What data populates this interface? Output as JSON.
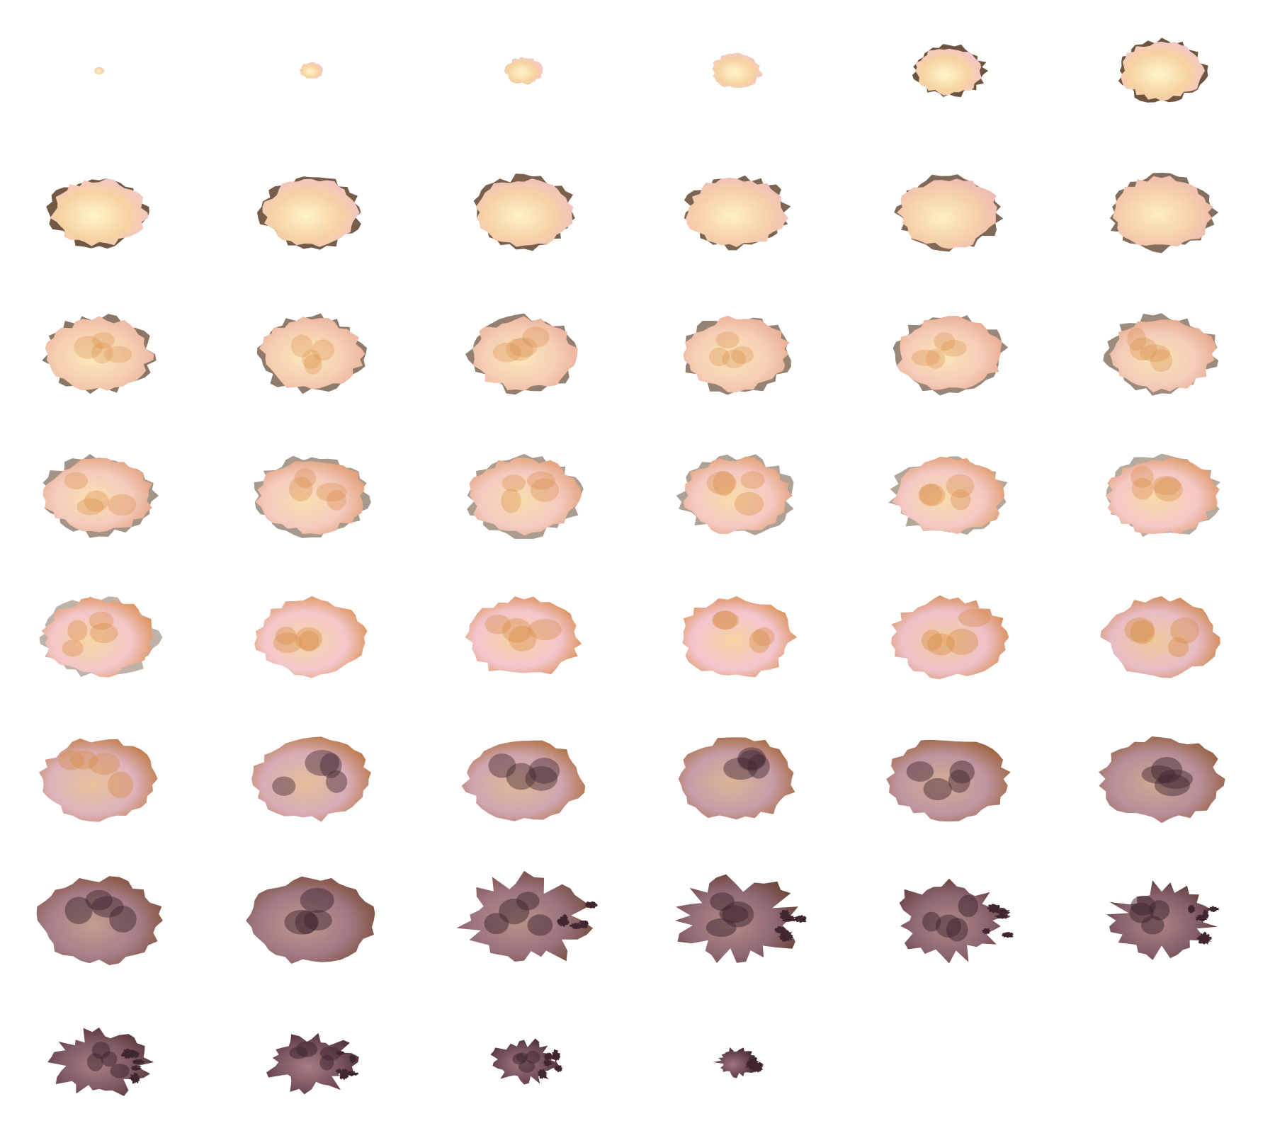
{
  "sprite_sheet": {
    "columns": 6,
    "rows": 8,
    "frame_count": 46,
    "background": "#ffffff",
    "palette": {
      "glow": "#fff6cc",
      "warm": "#f6d2a0",
      "pink": "#f3c6cf",
      "orange": "#d98c4a",
      "mauve": "#9e7480",
      "smoke": "#6a4652",
      "dark": "#3f2630",
      "scorch": "#4a2a10"
    },
    "frames": [
      {
        "index": 1,
        "stage": "spark",
        "scale": 0.03,
        "fade": 0.0
      },
      {
        "index": 2,
        "stage": "spark",
        "scale": 0.12,
        "fade": 0.0
      },
      {
        "index": 3,
        "stage": "ignite",
        "scale": 0.22,
        "fade": 0.0
      },
      {
        "index": 4,
        "stage": "ignite",
        "scale": 0.3,
        "fade": 0.0
      },
      {
        "index": 5,
        "stage": "fireball",
        "scale": 0.42,
        "fade": 0.0
      },
      {
        "index": 6,
        "stage": "fireball",
        "scale": 0.52,
        "fade": 0.0
      },
      {
        "index": 7,
        "stage": "fireball",
        "scale": 0.6,
        "fade": 0.02
      },
      {
        "index": 8,
        "stage": "fireball",
        "scale": 0.61,
        "fade": 0.04
      },
      {
        "index": 9,
        "stage": "fireball",
        "scale": 0.62,
        "fade": 0.06
      },
      {
        "index": 10,
        "stage": "fireball",
        "scale": 0.63,
        "fade": 0.08
      },
      {
        "index": 11,
        "stage": "fireball",
        "scale": 0.64,
        "fade": 0.1
      },
      {
        "index": 12,
        "stage": "fireball",
        "scale": 0.65,
        "fade": 0.12
      },
      {
        "index": 13,
        "stage": "billow",
        "scale": 0.66,
        "fade": 0.16
      },
      {
        "index": 14,
        "stage": "billow",
        "scale": 0.66,
        "fade": 0.18
      },
      {
        "index": 15,
        "stage": "billow",
        "scale": 0.67,
        "fade": 0.2
      },
      {
        "index": 16,
        "stage": "billow",
        "scale": 0.67,
        "fade": 0.22
      },
      {
        "index": 17,
        "stage": "billow",
        "scale": 0.68,
        "fade": 0.24
      },
      {
        "index": 18,
        "stage": "billow",
        "scale": 0.68,
        "fade": 0.26
      },
      {
        "index": 19,
        "stage": "billow",
        "scale": 0.69,
        "fade": 0.3
      },
      {
        "index": 20,
        "stage": "billow",
        "scale": 0.69,
        "fade": 0.32
      },
      {
        "index": 21,
        "stage": "billow",
        "scale": 0.7,
        "fade": 0.34
      },
      {
        "index": 22,
        "stage": "billow",
        "scale": 0.7,
        "fade": 0.36
      },
      {
        "index": 23,
        "stage": "billow",
        "scale": 0.71,
        "fade": 0.38
      },
      {
        "index": 24,
        "stage": "billow",
        "scale": 0.71,
        "fade": 0.4
      },
      {
        "index": 25,
        "stage": "cooling",
        "scale": 0.72,
        "fade": 0.44
      },
      {
        "index": 26,
        "stage": "cooling",
        "scale": 0.72,
        "fade": 0.46
      },
      {
        "index": 27,
        "stage": "cooling",
        "scale": 0.73,
        "fade": 0.48
      },
      {
        "index": 28,
        "stage": "cooling",
        "scale": 0.73,
        "fade": 0.5
      },
      {
        "index": 29,
        "stage": "cooling",
        "scale": 0.74,
        "fade": 0.52
      },
      {
        "index": 30,
        "stage": "cooling",
        "scale": 0.74,
        "fade": 0.54
      },
      {
        "index": 31,
        "stage": "smoke",
        "scale": 0.76,
        "fade": 0.58
      },
      {
        "index": 32,
        "stage": "smoke",
        "scale": 0.76,
        "fade": 0.6
      },
      {
        "index": 33,
        "stage": "smoke",
        "scale": 0.77,
        "fade": 0.63
      },
      {
        "index": 34,
        "stage": "smoke",
        "scale": 0.77,
        "fade": 0.66
      },
      {
        "index": 35,
        "stage": "smoke",
        "scale": 0.78,
        "fade": 0.69
      },
      {
        "index": 36,
        "stage": "smoke",
        "scale": 0.78,
        "fade": 0.72
      },
      {
        "index": 37,
        "stage": "smoke",
        "scale": 0.8,
        "fade": 0.78
      },
      {
        "index": 38,
        "stage": "smoke",
        "scale": 0.8,
        "fade": 0.8
      },
      {
        "index": 39,
        "stage": "dissipate",
        "scale": 0.76,
        "fade": 0.83
      },
      {
        "index": 40,
        "stage": "dissipate",
        "scale": 0.72,
        "fade": 0.86
      },
      {
        "index": 41,
        "stage": "dissipate",
        "scale": 0.66,
        "fade": 0.88
      },
      {
        "index": 42,
        "stage": "dissipate",
        "scale": 0.6,
        "fade": 0.9
      },
      {
        "index": 43,
        "stage": "remnant",
        "scale": 0.56,
        "fade": 0.93
      },
      {
        "index": 44,
        "stage": "remnant",
        "scale": 0.5,
        "fade": 0.95
      },
      {
        "index": 45,
        "stage": "remnant",
        "scale": 0.36,
        "fade": 0.97
      },
      {
        "index": 46,
        "stage": "remnant",
        "scale": 0.22,
        "fade": 1.0
      }
    ]
  }
}
